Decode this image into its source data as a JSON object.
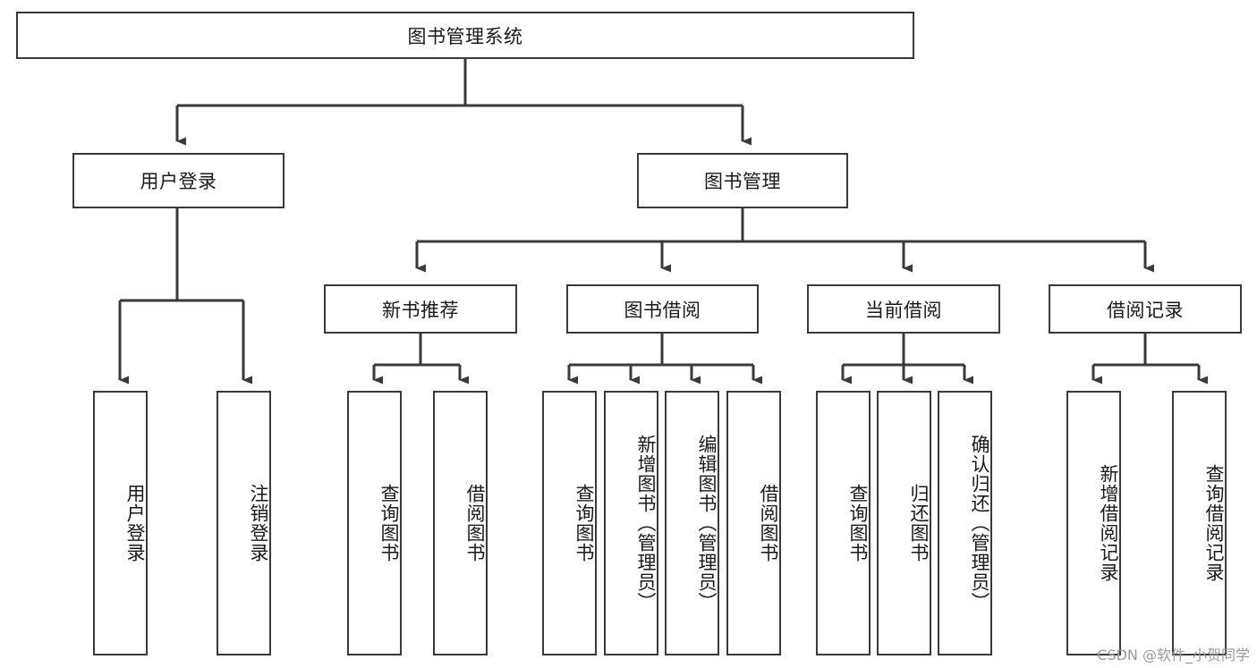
{
  "diagram": {
    "title": "图书管理系统",
    "type": "tree-hierarchy-diagram",
    "watermark": "CSDN @软件_小贺同学",
    "colors": {
      "background": "#ffffff",
      "node_border": "#3a3a3a",
      "node_fill": "#ffffff",
      "edge": "#3a3a3a",
      "text": "#1a1a1a",
      "watermark": "#9a9a9a"
    },
    "root": {
      "label": "图书管理系统"
    },
    "level2": [
      {
        "id": "user-login",
        "label": "用户登录"
      },
      {
        "id": "book-management",
        "label": "图书管理"
      }
    ],
    "level3": [
      {
        "id": "new-book-recommend",
        "label": "新书推荐",
        "parent": "book-management"
      },
      {
        "id": "book-borrow",
        "label": "图书借阅",
        "parent": "book-management"
      },
      {
        "id": "current-borrow",
        "label": "当前借阅",
        "parent": "book-management"
      },
      {
        "id": "borrow-record",
        "label": "借阅记录",
        "parent": "book-management"
      }
    ],
    "leaves": {
      "user_login": [
        {
          "id": "leaf-user-login",
          "label": "用户登录"
        },
        {
          "id": "leaf-logout",
          "label": "注销登录"
        }
      ],
      "new_book_recommend": [
        {
          "id": "leaf-query-book-1",
          "label": "查询图书"
        },
        {
          "id": "leaf-borrow-book-1",
          "label": "借阅图书"
        }
      ],
      "book_borrow": [
        {
          "id": "leaf-query-book-2",
          "label": "查询图书"
        },
        {
          "id": "leaf-add-book",
          "label": "新增图书（管理员）"
        },
        {
          "id": "leaf-edit-book",
          "label": "编辑图书（管理员）"
        },
        {
          "id": "leaf-borrow-book-2",
          "label": "借阅图书"
        }
      ],
      "current_borrow": [
        {
          "id": "leaf-query-book-3",
          "label": "查询图书"
        },
        {
          "id": "leaf-return-book",
          "label": "归还图书"
        },
        {
          "id": "leaf-confirm-return",
          "label": "确认归还（管理员）"
        }
      ],
      "borrow_record": [
        {
          "id": "leaf-add-record",
          "label": "新增借阅记录"
        },
        {
          "id": "leaf-query-record",
          "label": "查询借阅记录"
        }
      ]
    }
  }
}
